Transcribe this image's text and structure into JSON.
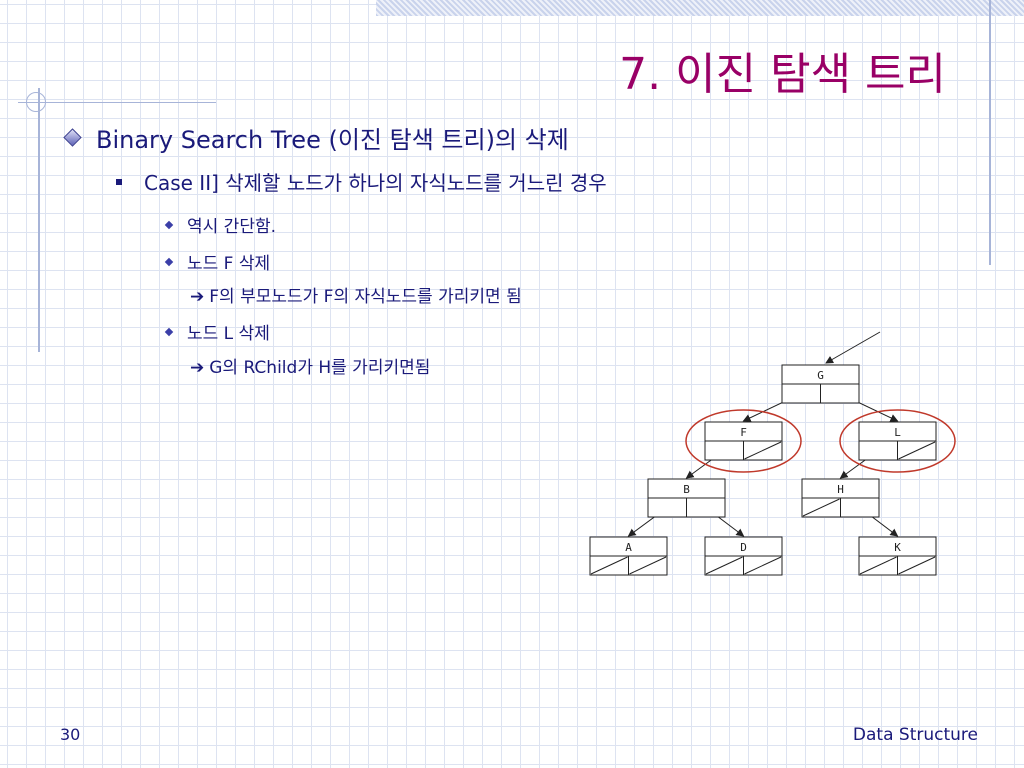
{
  "slide": {
    "title": "7. 이진 탐색 트리",
    "bullet1": "Binary Search Tree (이진 탐색 트리)의 삭제",
    "bullet2": "Case II] 삭제할 노드가 하나의 자식노드를 거느린 경우",
    "bullet3a": "역시 간단함.",
    "bullet3b": "노드 F 삭제",
    "arrow_b": "F의 부모노드가 F의 자식노드를 가리키면 됨",
    "bullet3c": "노드 L 삭제",
    "arrow_c": "G의 RChild가 H를 가리키면됨",
    "arrow_symbol": "➔",
    "page_number": "30",
    "footer": "Data Structure"
  },
  "tree": {
    "nodes": [
      {
        "id": "G",
        "label": "G"
      },
      {
        "id": "F",
        "label": "F"
      },
      {
        "id": "L",
        "label": "L"
      },
      {
        "id": "B",
        "label": "B"
      },
      {
        "id": "H",
        "label": "H"
      },
      {
        "id": "A",
        "label": "A"
      },
      {
        "id": "D",
        "label": "D"
      },
      {
        "id": "K",
        "label": "K"
      }
    ],
    "highlighted": [
      "F",
      "L"
    ],
    "highlight_color": "#c0392b",
    "line_color": "#222222"
  }
}
